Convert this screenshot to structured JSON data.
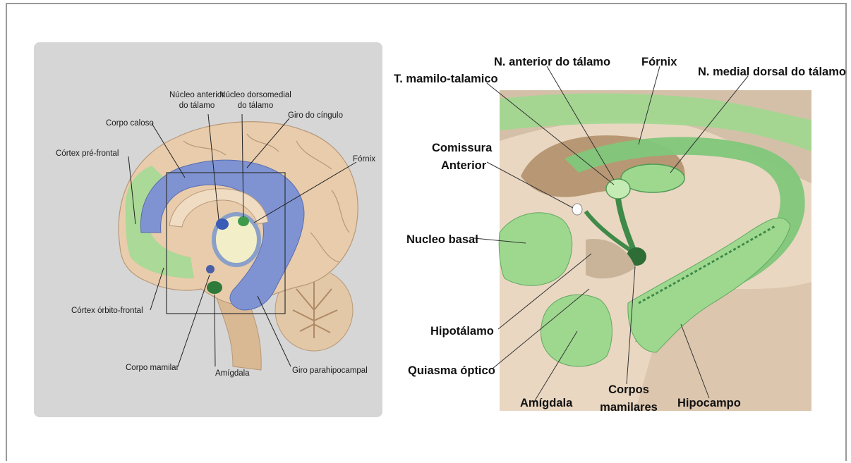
{
  "left_diagram": {
    "labels": {
      "nucleo_anterior_1": "Núcleo anterior",
      "nucleo_anterior_2": "do tálamo",
      "nucleo_dorsomedial_1": "Núcleo dorsomedial",
      "nucleo_dorsomedial_2": "do tálamo",
      "giro_cingulo": "Giro do cíngulo",
      "corpo_caloso": "Corpo caloso",
      "cortex_prefrontal": "Córtex pré-frontal",
      "fornix": "Fórnix",
      "cortex_orbitofrontal": "Córtex órbito-frontal",
      "corpo_mamilar": "Corpo mamilar",
      "amigdala": "Amígdala",
      "giro_parahipocampal": "Giro parahipocampal"
    }
  },
  "right_diagram": {
    "labels": {
      "t_mamilo": "T. mamilo-talamico",
      "n_anterior": "N. anterior do tálamo",
      "fornix": "Fórnix",
      "n_medial": "N. medial dorsal do tálamo",
      "comissura_1": "Comissura",
      "comissura_2": "Anterior",
      "nucleo_basal": "Nucleo basal",
      "hipotalamo": "Hipotálamo",
      "quiasma": "Quiasma óptico",
      "amigdala": "Amígdala",
      "corpos_1": "Corpos",
      "corpos_2": "mamilares",
      "hipocampo": "Hipocampo"
    }
  },
  "colors": {
    "panel_bg": "#d6d6d6",
    "brain_tan": "#e6c9a8",
    "limbic_blue": "#7b8fcf",
    "limbic_green": "#9ed88f",
    "highlight_green": "#5fc26a",
    "thalamus_cream": "#f2efc8"
  }
}
